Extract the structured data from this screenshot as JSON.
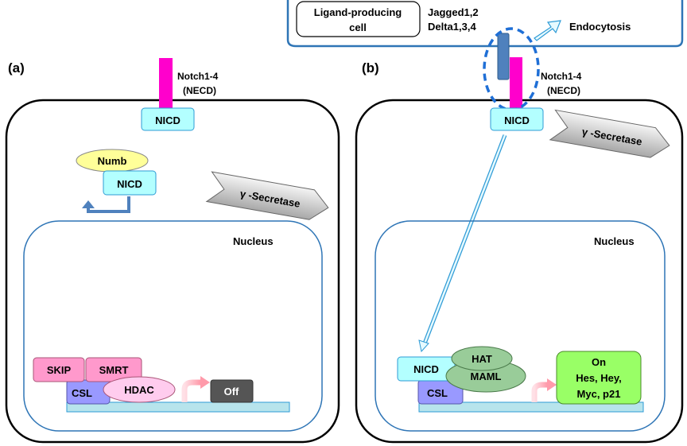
{
  "panel_a": {
    "label": "(a)",
    "receptor": {
      "line1": "Notch1-4",
      "line2": "(NECD)"
    },
    "nicd_membrane": "NICD",
    "numb": "Numb",
    "nicd_cytoplasm": "NICD",
    "secretase": "γ -Secretase",
    "nucleus": "Nucleus",
    "skip": "SKIP",
    "smrt": "SMRT",
    "csl": "CSL",
    "hdac": "HDAC",
    "off": "Off"
  },
  "panel_b": {
    "label": "(b)",
    "ligand_cell": {
      "line1": "Ligand-producing",
      "line2": "cell"
    },
    "ligands": {
      "line1": "Jagged1,2",
      "line2": "Delta1,3,4"
    },
    "endocytosis": "Endocytosis",
    "receptor": {
      "line1": "Notch1-4",
      "line2": "(NECD)"
    },
    "nicd_membrane": "NICD",
    "secretase": "γ -Secretase",
    "nucleus": "Nucleus",
    "hat": "HAT",
    "maml": "MAML",
    "nicd_nucleus": "NICD",
    "csl": "CSL",
    "on": {
      "line1": "On",
      "line2": "Hes, Hey,",
      "line3": "Myc, p21"
    }
  },
  "colors": {
    "notch": "#ff00cc",
    "ligand": "#4f81bd",
    "nicd": "#b3ffff",
    "numb": "#ffff99",
    "skip_smrt": "#ff99cc",
    "hdac": "#ffccee",
    "csl": "#9999ff",
    "hat_maml": "#99cc99",
    "on_box": "#99ff66",
    "off_box": "#555555",
    "nucleus_stroke": "#2e75b6",
    "dna": "#b7e4ec"
  }
}
